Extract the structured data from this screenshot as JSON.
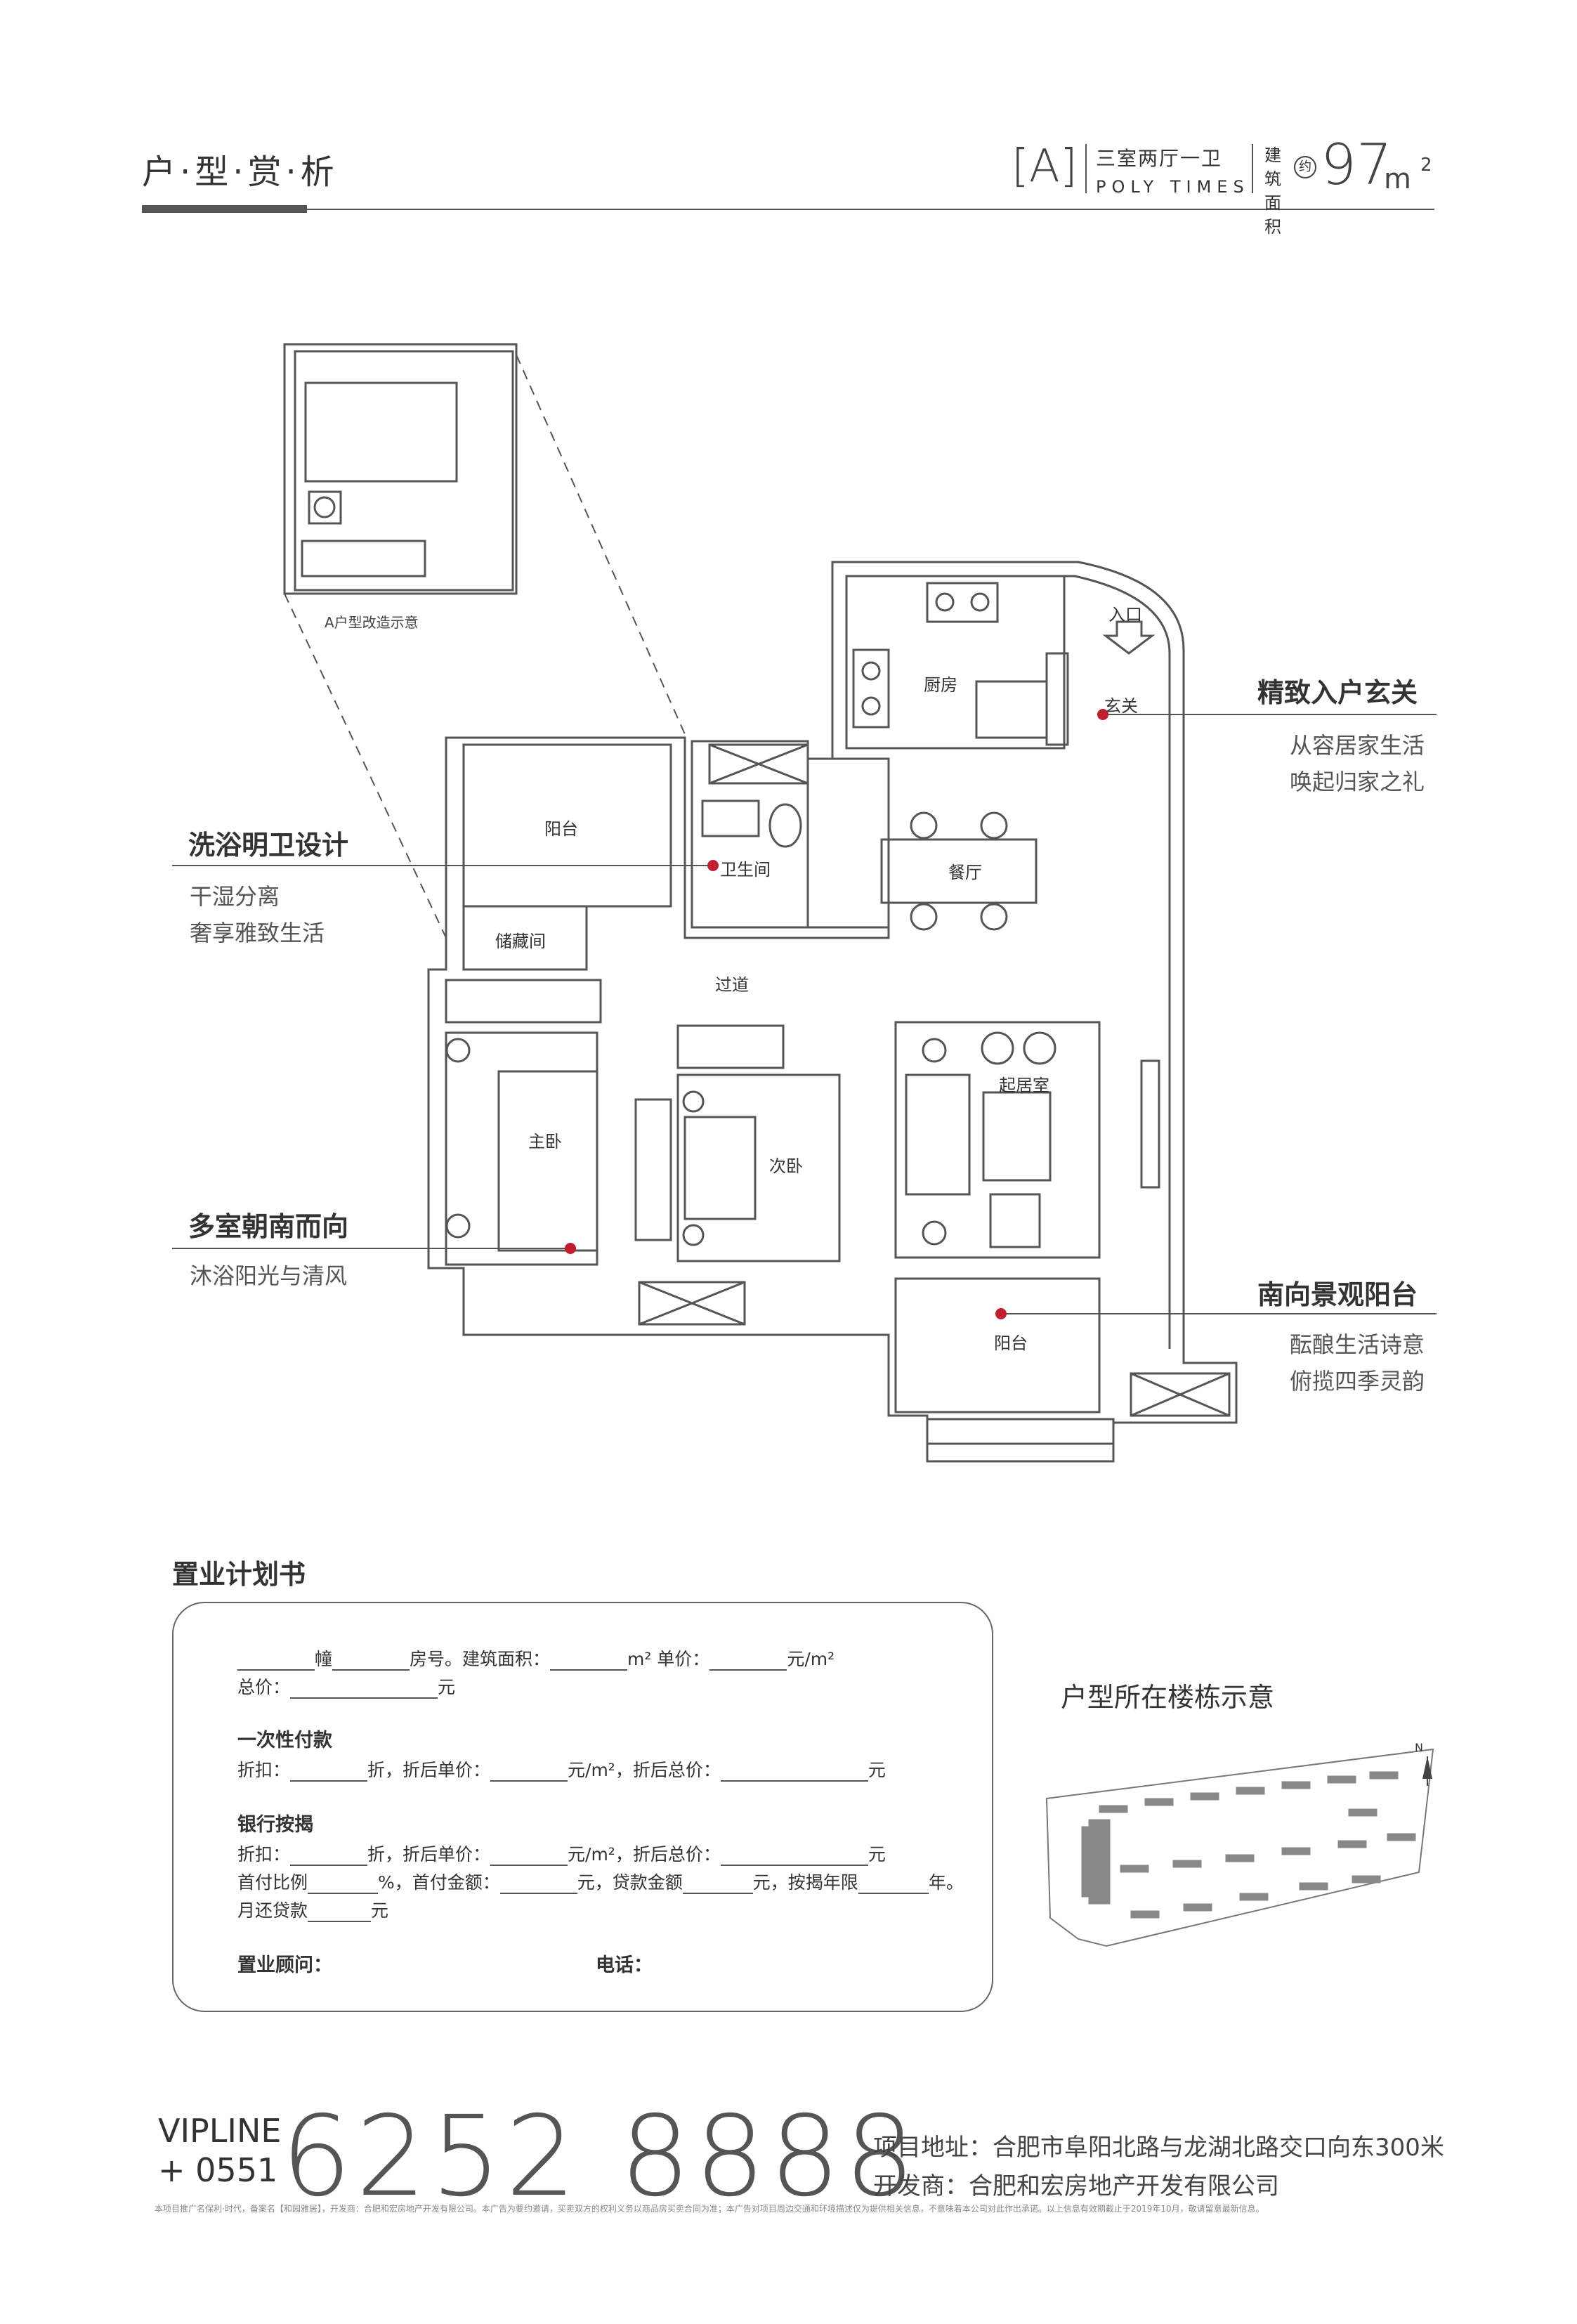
{
  "header": {
    "title": "户·型·赏·析",
    "type_label": "[A]",
    "rooms": "三室两厅一卫",
    "brand": "POLY TIMES",
    "area_label": "建筑面积",
    "area_prefix": "约",
    "area_value": "97",
    "area_unit": "m",
    "area_sup": "2"
  },
  "inset": {
    "caption": "A户型改造示意"
  },
  "rooms": {
    "kitchen": "厨房",
    "entry_arrow": "入口",
    "foyer": "玄关",
    "balcony_north": "阳台",
    "bathroom": "卫生间",
    "dining": "餐厅",
    "storage": "储藏间",
    "corridor": "过道",
    "master": "主卧",
    "second": "次卧",
    "living": "起居室",
    "balcony_south": "阳台"
  },
  "callouts": [
    {
      "title": "精致入户玄关",
      "lines": [
        "从容居家生活",
        "唤起归家之礼"
      ]
    },
    {
      "title": "洗浴明卫设计",
      "lines": [
        "干湿分离",
        "奢享雅致生活"
      ]
    },
    {
      "title": "多室朝南而向",
      "lines": [
        "沐浴阳光与清风"
      ]
    },
    {
      "title": "南向景观阳台",
      "lines": [
        "酝酿生活诗意",
        "俯揽四季灵韵"
      ]
    }
  ],
  "plan_form": {
    "heading": "置业计划书",
    "row1": {
      "a": "幢",
      "b": "房号。建筑面积：",
      "c": "m²  单价：",
      "d": "元/m²"
    },
    "row2": {
      "a": "总价：",
      "b": "元"
    },
    "onepay": "一次性付款",
    "row3": {
      "a": "折扣：",
      "b": "折，折后单价：",
      "c": "元/m²，折后总价：",
      "d": "元"
    },
    "mortgage": "银行按揭",
    "row4": {
      "a": "折扣：",
      "b": "折，折后单价：",
      "c": "元/m²，折后总价：",
      "d": "元"
    },
    "row5": {
      "a": "首付比例",
      "b": "%，首付金额：",
      "c": "元，贷款金额",
      "d": "元，按揭年限",
      "e": "年。"
    },
    "row6": {
      "a": "月还贷款",
      "b": "元"
    },
    "consultant": "置业顾问：",
    "tel": "电话："
  },
  "location": {
    "title": "户型所在楼栋示意",
    "north": "N"
  },
  "footer": {
    "vip1": "VIPLINE",
    "vip2": "+ 0551",
    "phone": "6252 8888",
    "address": "项目地址：合肥市阜阳北路与龙湖北路交口向东300米",
    "developer": "开发商：合肥和宏房地产开发有限公司",
    "disclaimer": "本项目推广名保利·时代，备案名【和园雅居】，开发商：合肥和宏房地产开发有限公司。本广告为要约邀请，买卖双方的权利义务以商品房买卖合同为准；本广告对项目周边交通和环境描述仅为提供相关信息，不意味着本公司对此作出承诺。以上信息有效期截止于2019年10月，敬请留意最新信息。"
  }
}
